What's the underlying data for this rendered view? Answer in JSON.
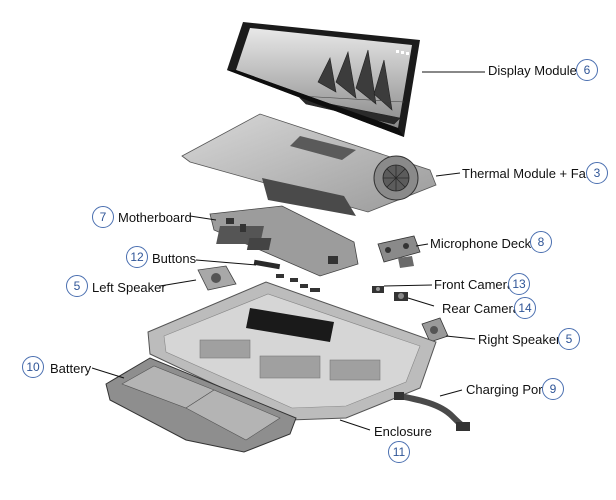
{
  "colors": {
    "accent": "#4a6fb0",
    "part_fill": "#c9c9c9",
    "part_dark": "#3a3a3a"
  },
  "labels": {
    "display_module": {
      "text": "Display Module",
      "num": "6"
    },
    "thermal_module": {
      "text": "Thermal Module + Fan",
      "num": "3"
    },
    "motherboard": {
      "text": "Motherboard",
      "num": "7"
    },
    "microphone_deck": {
      "text": "Microphone Deck",
      "num": "8"
    },
    "buttons": {
      "text": "Buttons",
      "num": "12"
    },
    "left_speaker": {
      "text": "Left Speaker",
      "num": "5"
    },
    "front_camera": {
      "text": "Front Camera",
      "num": "13"
    },
    "rear_camera": {
      "text": "Rear Camera",
      "num": "14"
    },
    "right_speaker": {
      "text": "Right Speaker",
      "num": "5"
    },
    "battery": {
      "text": "Battery",
      "num": "10"
    },
    "charging_port": {
      "text": "Charging Port",
      "num": "9"
    },
    "enclosure": {
      "text": "Enclosure",
      "num": "11"
    }
  }
}
